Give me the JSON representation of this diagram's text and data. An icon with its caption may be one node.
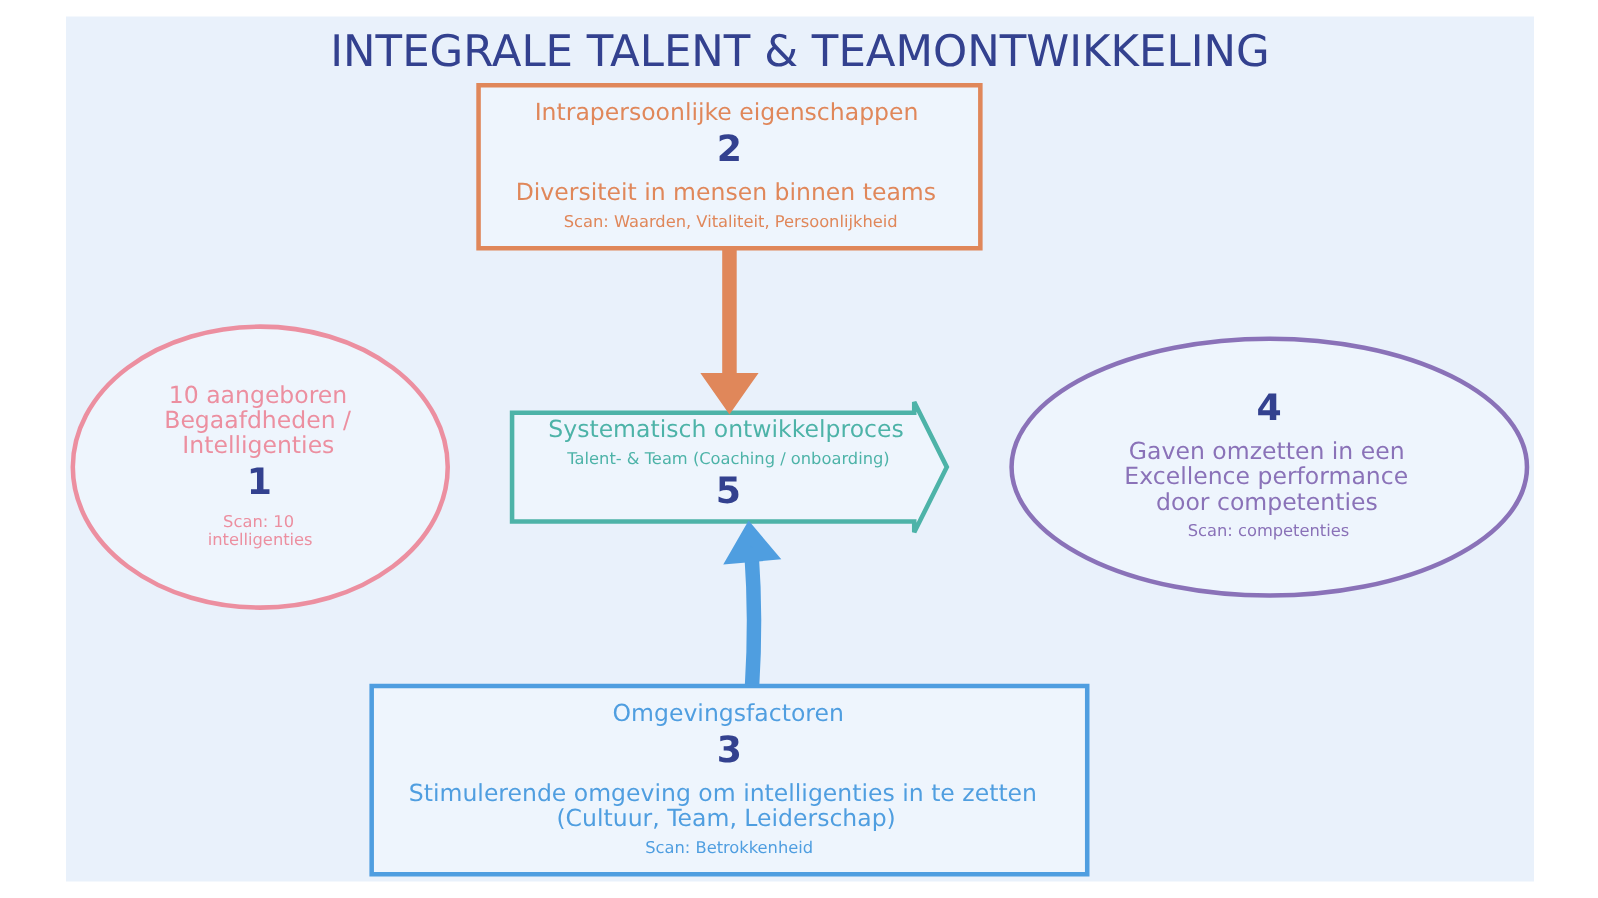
{
  "diagram": {
    "title": "INTEGRALE TALENT & TEAMONTWIKKELING",
    "nodes": [
      {
        "text": [
          "Intrapersoonlijke eigenschappen",
          "2",
          "Diversiteit in mensen binnen teams",
          "Scan: Waarden, Vitaliteit, Persoonlijkheid"
        ]
      },
      {
        "text": [
          "10 aangeboren Begaafdheden / Intelligenties",
          "1",
          "Scan: 10 intelligenties"
        ]
      },
      {
        "text": [
          "Systematisch ontwikkelproces",
          "Talent- & Team (Coaching / onboarding)",
          "5"
        ]
      },
      {
        "text": [
          "4",
          "Gaven omzetten in een Excellence performance door competenties",
          "Scan: competenties"
        ]
      },
      {
        "text": [
          "Omgevingsfactoren",
          "3",
          "Stimulerende omgeving om intelligenties in te zetten (Cultuur, Team, Leiderschap)",
          "Scan: Betrokkenheid"
        ]
      }
    ],
    "edges": [
      {
        "from": 0,
        "to": 2,
        "arrow": "to",
        "color": "#e0875a"
      },
      {
        "from": 4,
        "to": 2,
        "arrow": "to",
        "color": "#4f9ee0"
      }
    ]
  }
}
